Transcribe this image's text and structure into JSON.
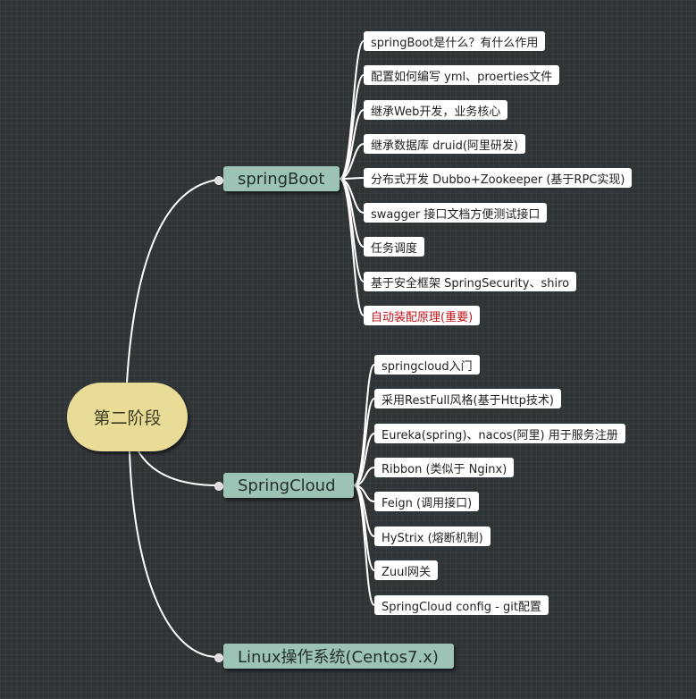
{
  "root": {
    "label": "第二阶段"
  },
  "branches": [
    {
      "label": "springBoot",
      "children": [
        "springBoot是什么？有什么作用",
        "配置如何编写 yml、proerties文件",
        "继承Web开发，业务核心",
        "继承数据库 druid(阿里研发)",
        "分布式开发 Dubbo+Zookeeper (基于RPC实现)",
        "swagger 接口文档方便测试接口",
        "任务调度",
        "基于安全框架 SpringSecurity、shiro",
        "自动装配原理(重要)"
      ]
    },
    {
      "label": "SpringCloud",
      "children": [
        "springcloud入门",
        "采用RestFull风格(基于Http技术)",
        "Eureka(spring)、nacos(阿里) 用于服务注册",
        "Ribbon (类似于 Nginx)",
        "Feign (调用接口)",
        "HyStrix (熔断机制)",
        "Zuul网关",
        "SpringCloud config - git配置"
      ]
    },
    {
      "label": "Linux操作系统(Centos7.x)",
      "children": []
    }
  ],
  "colors": {
    "highlight": "#c0141b",
    "root": "#e9dc96",
    "branch": "#9dc2b6"
  }
}
